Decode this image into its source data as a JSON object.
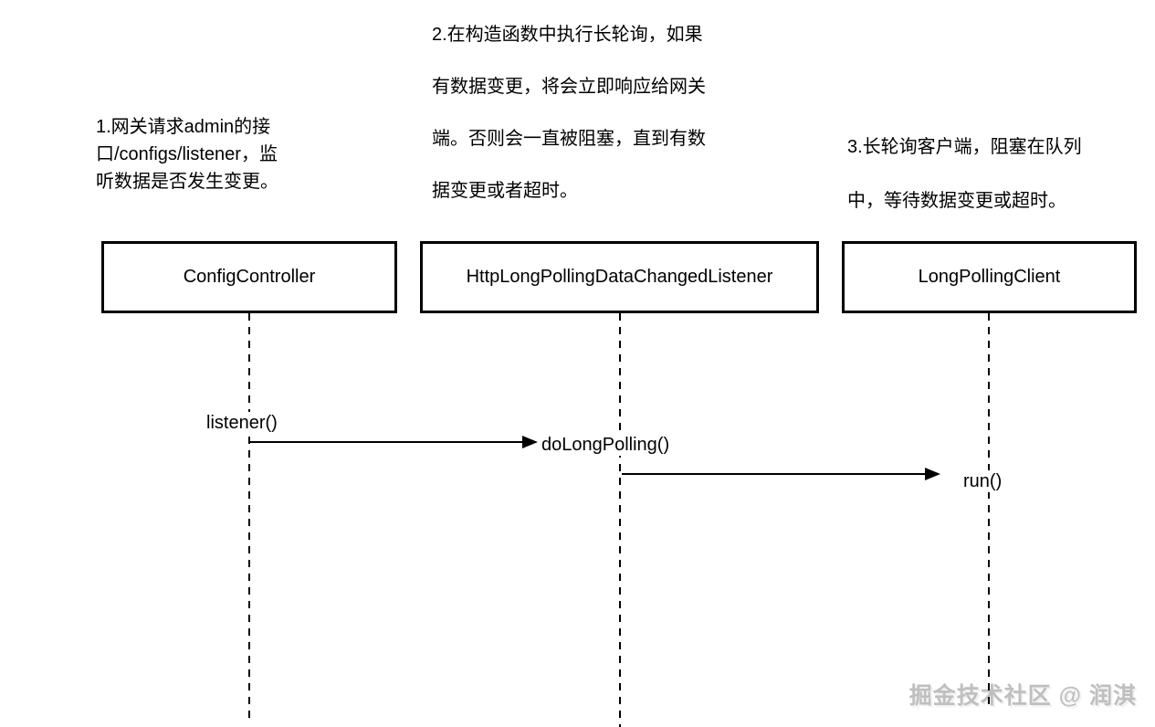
{
  "diagram": {
    "type": "sequence-diagram",
    "annotations": [
      {
        "step": 1,
        "text": "1.网关请求admin的接\n口/configs/listener，监\n听数据是否发生变更。"
      },
      {
        "step": 2,
        "text": "2.在构造函数中执行长轮询，如果\n有数据变更，将会立即响应给网关\n端。否则会一直被阻塞，直到有数\n据变更或者超时。"
      },
      {
        "step": 3,
        "text": "3.长轮询客户端，阻塞在队列\n中，等待数据变更或超时。"
      }
    ],
    "participants": [
      {
        "name": "ConfigController"
      },
      {
        "name": "HttpLongPollingDataChangedListener"
      },
      {
        "name": "LongPollingClient"
      }
    ],
    "messages": [
      {
        "label": "listener()",
        "from": "ConfigController",
        "to": "HttpLongPollingDataChangedListener"
      },
      {
        "label": "doLongPolling()",
        "from": "ConfigController",
        "to": "HttpLongPollingDataChangedListener"
      },
      {
        "label": "run()",
        "from": "HttpLongPollingDataChangedListener",
        "to": "LongPollingClient"
      }
    ],
    "watermark": "掘金技术社区 @ 润淇",
    "colors": {
      "line": "#000000",
      "background": "#ffffff",
      "watermark": "#bfbfbf"
    }
  }
}
